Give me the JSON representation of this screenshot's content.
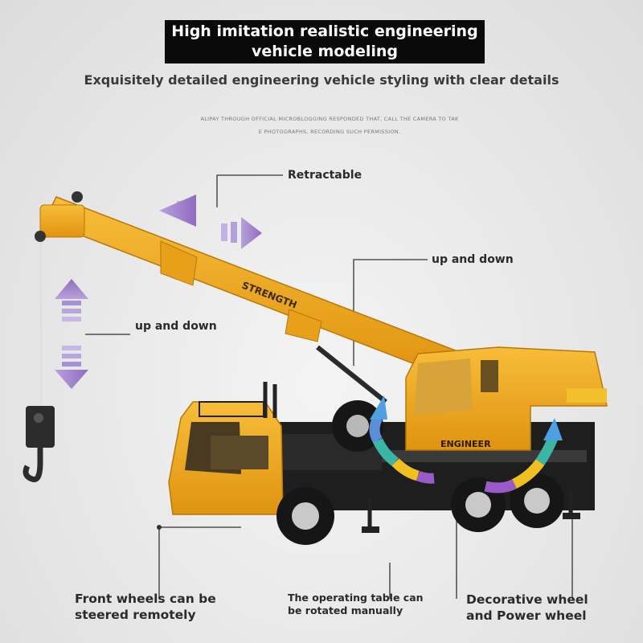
{
  "header": {
    "title_line1": "High imitation realistic engineering",
    "title_line2": "vehicle modeling",
    "subtitle": "Exquisitely detailed engineering vehicle styling with clear details",
    "notice_line1": "ALIPAY THROUGH OFFICIAL MICROBLOGGING RESPONDED THAT, CALL THE CAMERA TO TAK",
    "notice_line2": "E PHOTOGRAPHS, RECORDING SUCH PERMISSION."
  },
  "callouts": {
    "retractable": "Retractable",
    "boom_up_down": "up and down",
    "hook_up_down": "up and down",
    "front_wheels_line1": "Front wheels can be",
    "front_wheels_line2": "steered remotely",
    "operating_line1": "The operating table can",
    "operating_line2": "be rotated manually",
    "decorative_line1": "Decorative wheel",
    "decorative_line2": "and Power wheel"
  },
  "vehicle": {
    "boom_text": "STRENGTH",
    "cab_text": "ENGINEER"
  },
  "colors": {
    "crane_yellow": "#f2a81c",
    "arrow_purple": "#9a7bc4",
    "chassis_black": "#1e1e1e",
    "title_bg": "#0a0a0a"
  }
}
